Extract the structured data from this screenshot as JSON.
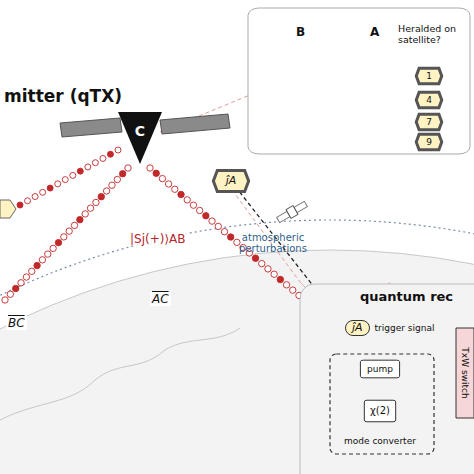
{
  "diagram": {
    "nodes": [
      {
        "text": [
          "B",
          "A",
          "Heralded on satellite?"
        ]
      },
      {
        "text": [
          "1"
        ],
        "in": 0
      },
      {
        "text": [
          "4"
        ],
        "in": 0
      },
      {
        "text": [
          "7"
        ],
        "in": 0
      },
      {
        "text": [
          "9"
        ],
        "in": 0
      },
      {
        "text": [
          "C"
        ]
      },
      {
        "text": [
          "ĵA"
        ]
      },
      {
        "text": [
          "A"
        ]
      },
      {
        "text": [
          "quantum rec"
        ]
      },
      {
        "text": [
          "ĵA",
          "trigger signal"
        ],
        "in": 8
      },
      {
        "text": [
          "mode converter"
        ],
        "in": 8
      },
      {
        "text": [
          "pump"
        ],
        "in": 10
      },
      {
        "text": [
          "χ(2)"
        ],
        "in": 10
      },
      {
        "text": [
          "TxW switch"
        ],
        "in": 8
      }
    ],
    "edges": [
      {
        "from": 6,
        "to": 7,
        "arrow": "to"
      },
      {
        "from": 9,
        "to": 11,
        "arrow": "to"
      },
      {
        "from": 11,
        "to": 12,
        "arrow": "to"
      }
    ],
    "labels": [
      "mitter (qTX)",
      "|Sj(+)⟩AB",
      "BC",
      "AC",
      "atmospheric perturbations"
    ]
  }
}
